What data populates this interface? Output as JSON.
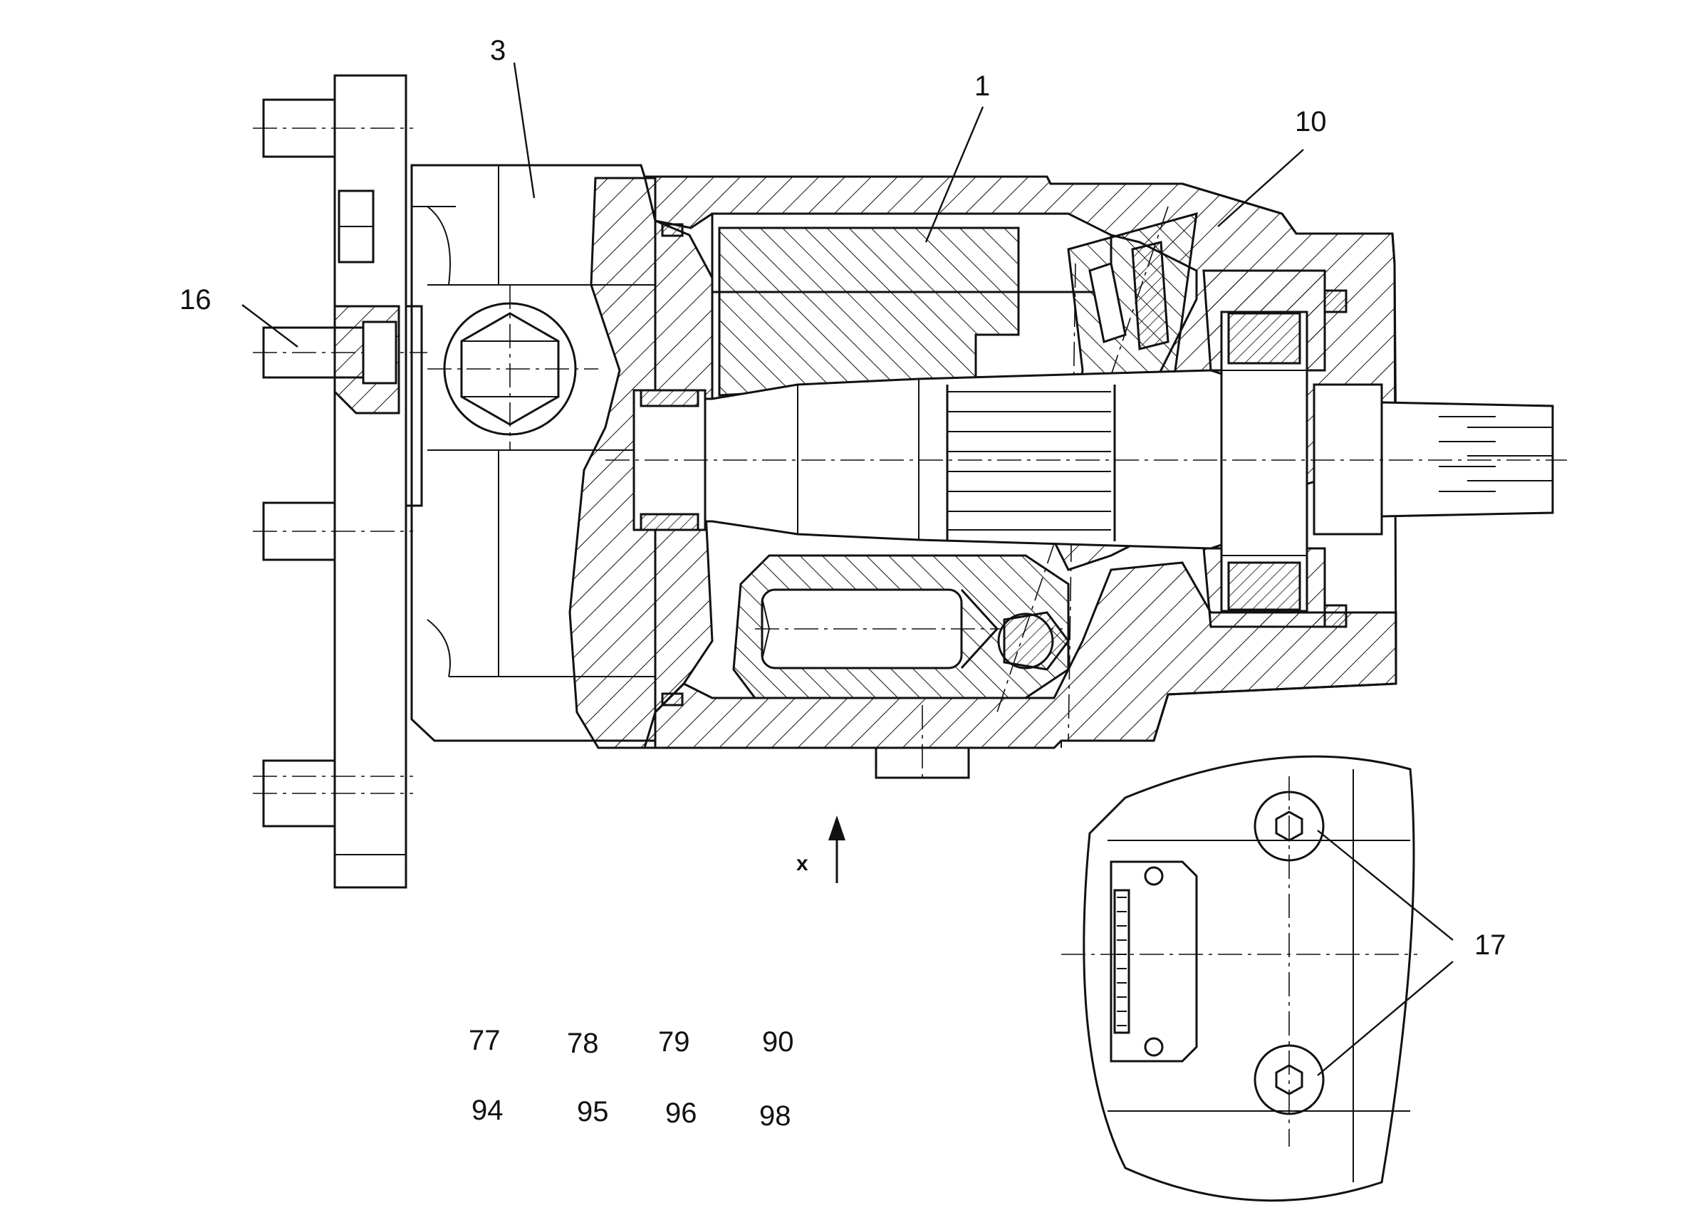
{
  "labels": {
    "housing_part": "3",
    "cylinder_block": "1",
    "pump_housing": "10",
    "flange_bolt": "16",
    "screws": "17",
    "direction_mark": "x"
  },
  "number_rows": [
    [
      "77",
      "78",
      "79",
      "90"
    ],
    [
      "94",
      "95",
      "96",
      "98"
    ]
  ]
}
